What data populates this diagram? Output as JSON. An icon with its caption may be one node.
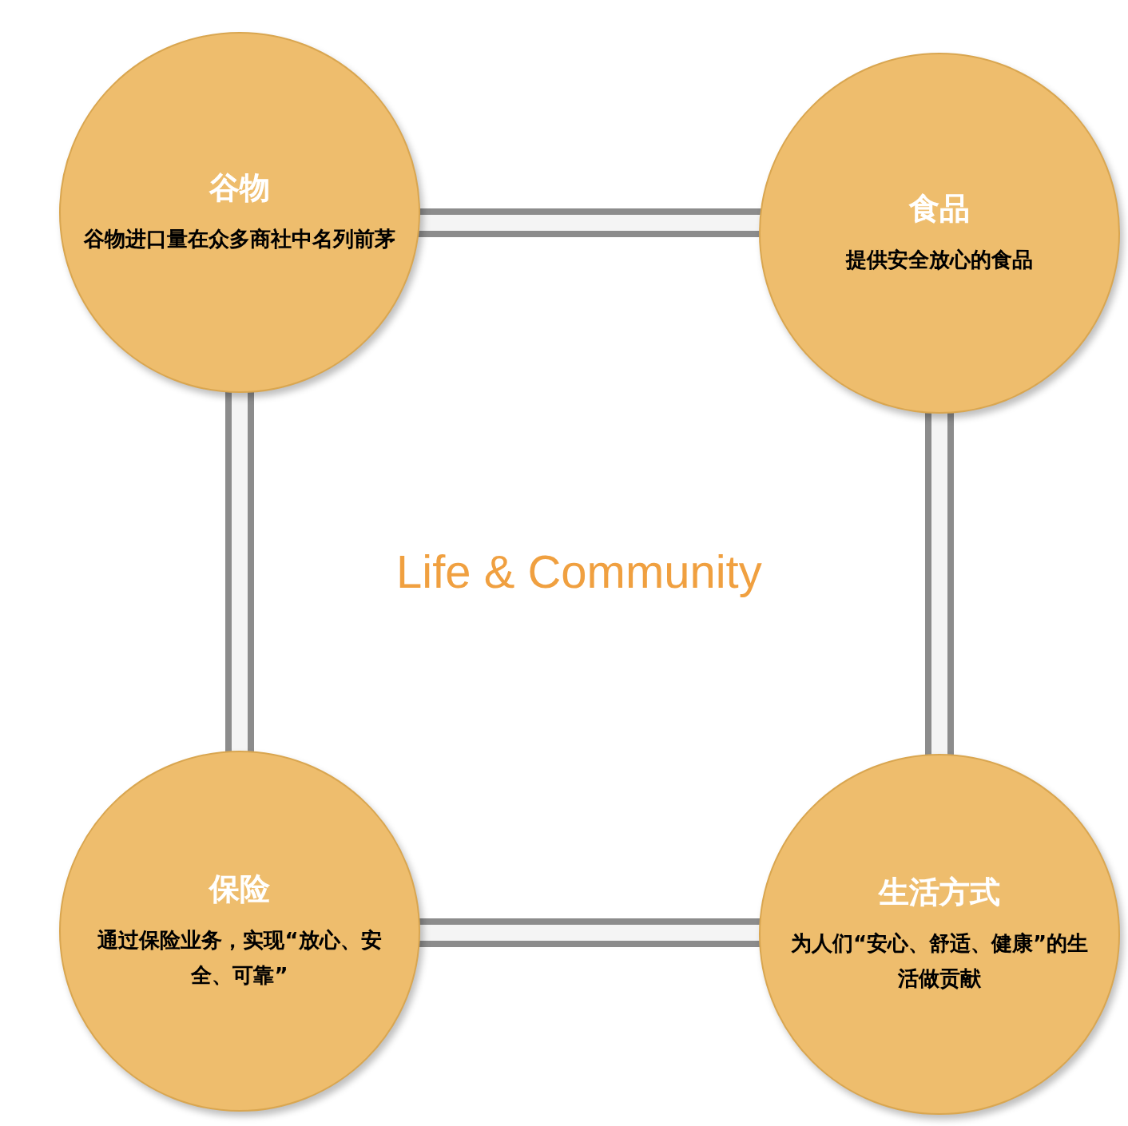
{
  "diagram": {
    "nodes": [
      {
        "text": [
          "谷物",
          "谷物进口量在众多商社中名列前茅"
        ]
      },
      {
        "text": [
          "食品",
          "提供安全放心的食品"
        ]
      },
      {
        "text": [
          "保险",
          "通过保险业务，实现“放心、安全、可靠”"
        ]
      },
      {
        "text": [
          "生活方式",
          "为人们“安心、舒适、健康”的生活做贡献"
        ]
      }
    ],
    "edges": [
      {
        "from": 0,
        "to": 1,
        "arrow": "none"
      },
      {
        "from": 0,
        "to": 2,
        "arrow": "none"
      },
      {
        "from": 1,
        "to": 3,
        "arrow": "none"
      },
      {
        "from": 2,
        "to": 3,
        "arrow": "none"
      }
    ],
    "labels": [
      "Life & Community"
    ]
  }
}
